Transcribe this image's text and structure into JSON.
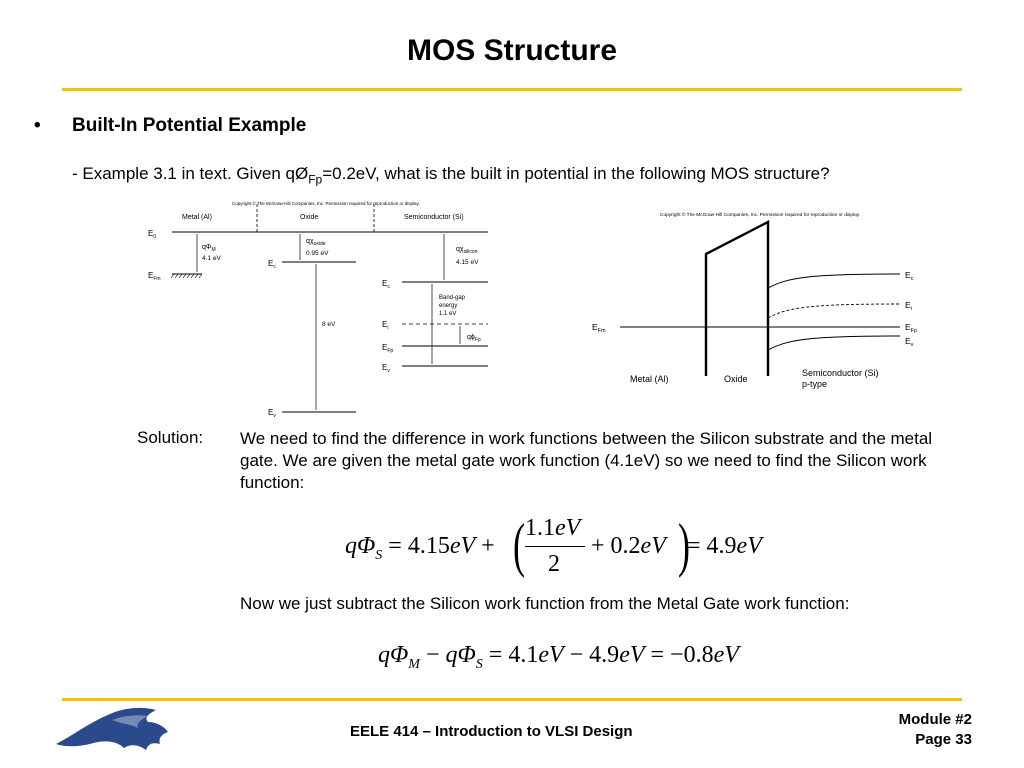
{
  "slide": {
    "title": "MOS Structure",
    "bullet": "•",
    "heading": "Built-In Potential Example",
    "example": {
      "prefix": "- Example 3.1 in text.  Given qØ",
      "subscript": "Fp",
      "suffix": "=0.2eV, what is the built in potential in the following MOS structure?"
    }
  },
  "band_diagram": {
    "copyright": "Copyright © The McGraw-Hill Companies, Inc. Permission required for reproduction or display.",
    "region_labels": [
      "Metal (Al)",
      "Oxide",
      "Semiconductor (Si)"
    ],
    "E0": "E",
    "E0_sub": "0",
    "EFm": "E",
    "EFm_sub": "Fm",
    "qPhiM": "qΦ",
    "qPhiM_sub": "M",
    "qPhiM_val": "4.1 eV",
    "qChiOxide": "qχ",
    "qChiOxide_sub": "oxide",
    "qChiOxide_val": "0.95 eV",
    "Ec_ox": "E",
    "Ec_ox_sub": "c",
    "gap_ox": "8 eV",
    "Ev_ox": "E",
    "Ev_ox_sub": "v",
    "qChiSi": "qχ",
    "qChiSi_sub": "silicon",
    "qChiSi_val": "4.15 eV",
    "Ec_si": "E",
    "Ec_si_sub": "c",
    "bandgap_1": "Band-gap",
    "bandgap_2": "energy",
    "bandgap_3": "1.1 eV",
    "Ei": "E",
    "Ei_sub": "i",
    "qPhiFp": "qϕ",
    "qPhiFp_sub": "Fp",
    "EFp": "E",
    "EFp_sub": "Fp",
    "Ev_si": "E",
    "Ev_si_sub": "v"
  },
  "equilibrium_diagram": {
    "copyright": "Copyright © The McGraw-Hill Companies, Inc. Permission required for reproduction or display.",
    "EFm": "E",
    "EFm_sub": "Fm",
    "Ec": "E",
    "Ec_sub": "c",
    "Ei": "E",
    "Ei_sub": "i",
    "EFp": "E",
    "EFp_sub": "Fp",
    "Ev": "E",
    "Ev_sub": "v",
    "metal": "Metal (Al)",
    "oxide": "Oxide",
    "semi_1": "Semiconductor (Si)",
    "semi_2": "p-type"
  },
  "solution": {
    "label": "Solution:",
    "text": "We need to find the difference in work functions between the Silicon substrate and the metal gate.  We are given the metal gate work function (4.1eV) so we need to find the Silicon work function:",
    "eq1": {
      "lhs_q": "qΦ",
      "lhs_sub": "S",
      "eq_term": " = 4.15",
      "ev1": "eV",
      "plus": " +",
      "num": "1.1",
      "num_ev": "eV",
      "den": "2",
      "plus2": "+ 0.2",
      "ev2": "eV",
      "result": " = 4.9",
      "ev3": "eV"
    },
    "now_text": "Now we just subtract the Silicon work function from the Metal Gate work function:",
    "eq2": {
      "q1": "qΦ",
      "sub1": "M",
      "minus": " − ",
      "q2": "qΦ",
      "sub2": "S",
      "rest1": " = 4.1",
      "ev1": "eV",
      "rest2": " − 4.9",
      "ev2": "eV",
      "rest3": " = −0.8",
      "ev3": "eV"
    }
  },
  "footer": {
    "course": "EELE 414 – Introduction to VLSI Design",
    "module": "Module #2",
    "page": "Page 33"
  },
  "colors": {
    "rule": "#f2c500",
    "logo_blue": "#2a4a8c"
  }
}
